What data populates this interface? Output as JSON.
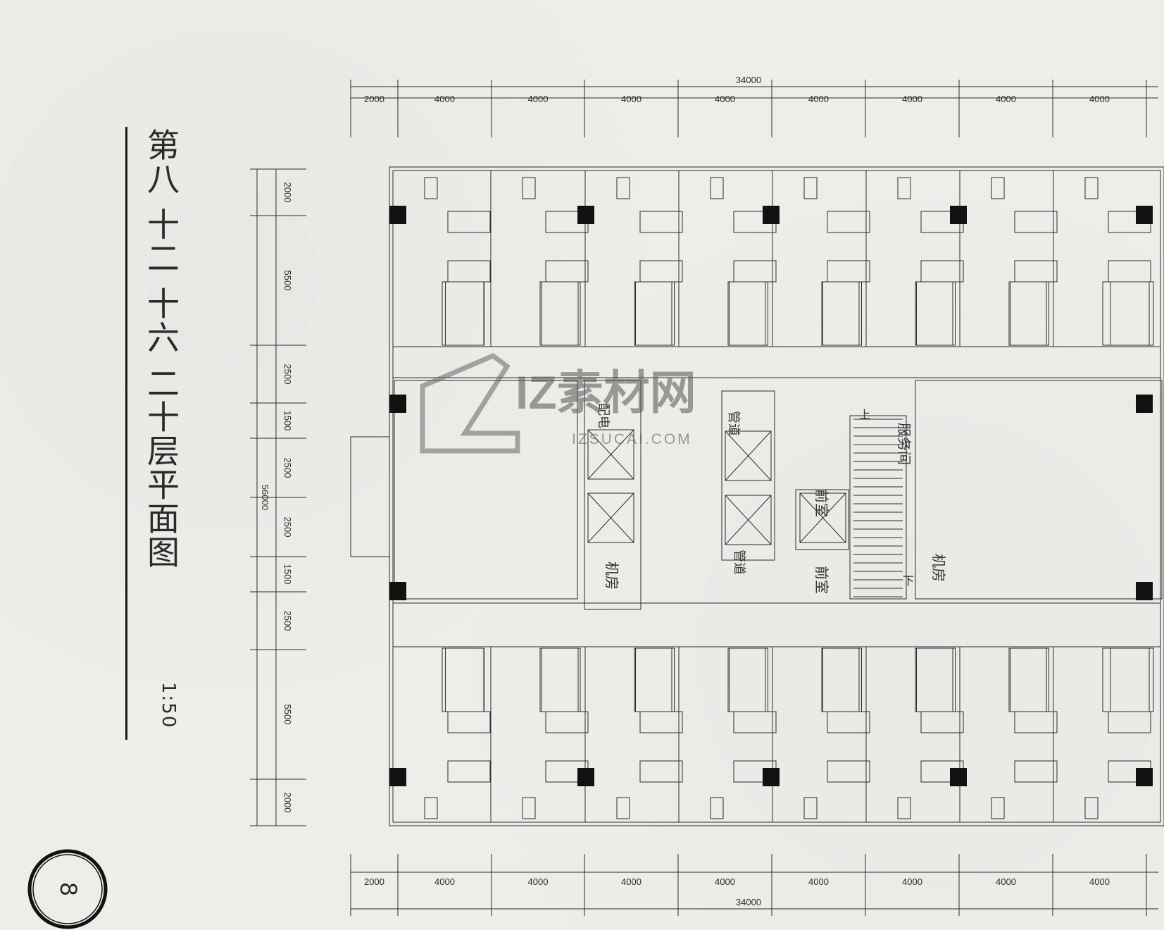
{
  "title": "第八 十二 十六 二十层平面图",
  "scale": "1:50",
  "dims": {
    "overall": "34000",
    "top_bays": [
      "2000",
      "4000",
      "4000",
      "4000",
      "4000",
      "4000",
      "4000",
      "4000",
      "4000"
    ],
    "bottom_bays": [
      "2000",
      "4000",
      "4000",
      "4000",
      "4000",
      "4000",
      "4000",
      "4000",
      "4000"
    ],
    "vertical_overall": "56000",
    "left_bays": [
      "2000",
      "5500",
      "2500",
      "1500",
      "2500",
      "2500",
      "1500",
      "2500",
      "5500",
      "2000"
    ]
  },
  "rooms": {
    "front_room": "前室",
    "front_room_2": "前室",
    "machine_room_left": "机房",
    "machine_room_right": "机房",
    "service_room": "服务间",
    "pipe_shaft_1": "管道",
    "pipe_shaft_2": "管道",
    "electric_shaft": "配电",
    "up": "上",
    "down": "下"
  },
  "watermark": {
    "name": "IZ素材网",
    "url": "IZSUCAI.COM"
  },
  "badge": "8",
  "colors": {
    "line": "#2b2b2b",
    "paper": "#eeedea",
    "watermark": "#7a7a7a"
  }
}
